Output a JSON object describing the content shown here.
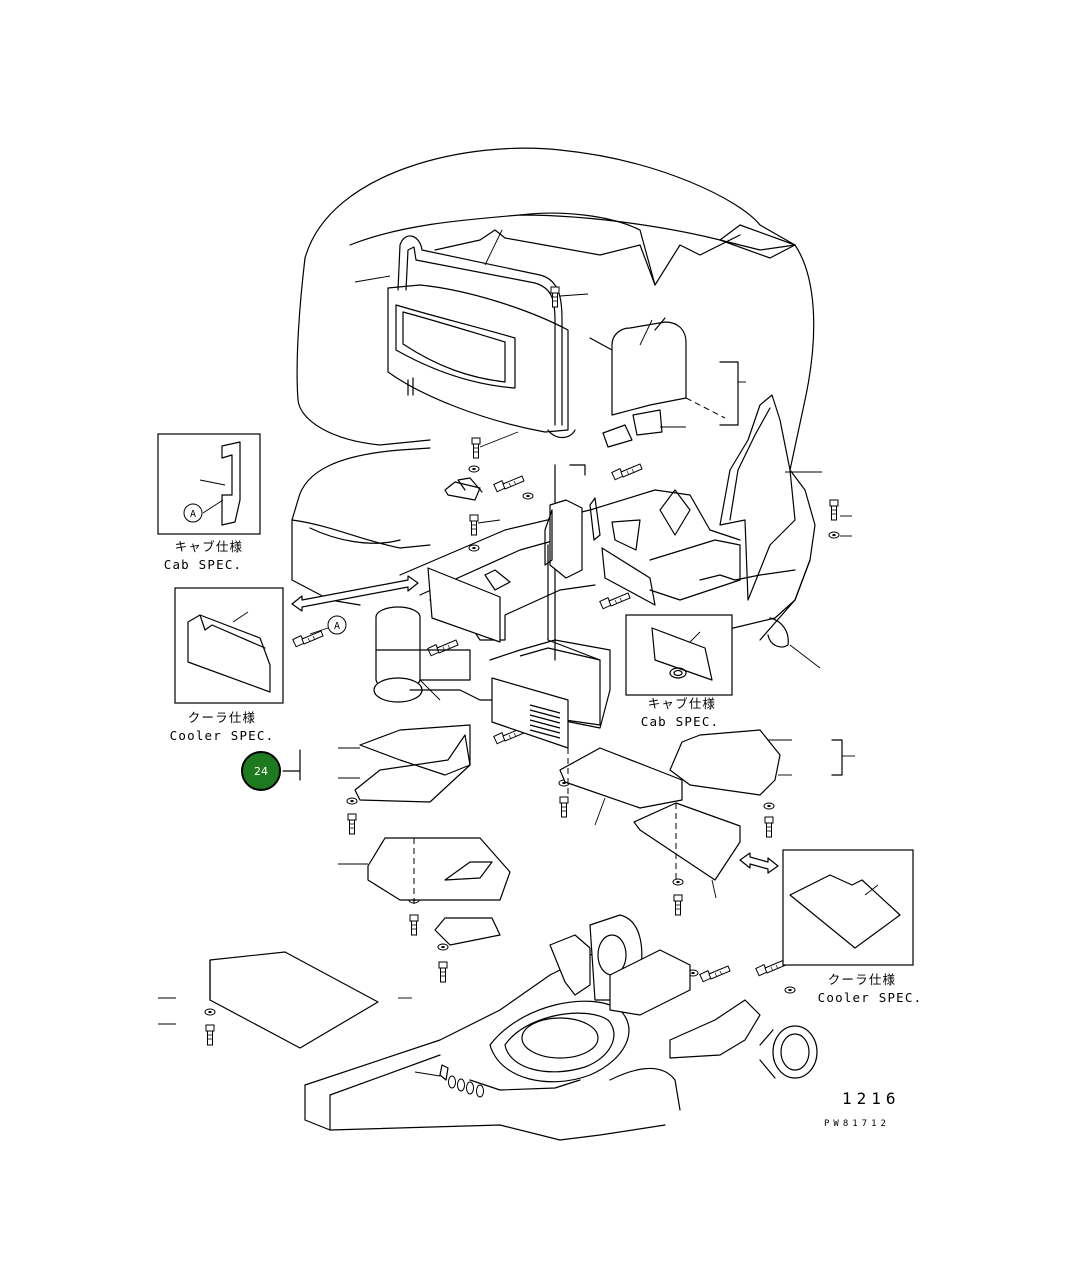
{
  "callout": {
    "number": "24",
    "color": "#1e7a1e",
    "stroke": "#000000"
  },
  "marker_a": "A",
  "insets": {
    "cab_left": {
      "jp": "キャブ仕様",
      "en": "Cab SPEC."
    },
    "cooler_left": {
      "jp": "クーラ仕様",
      "en": "Cooler SPEC."
    },
    "cab_center": {
      "jp": "キャブ仕様",
      "en": "Cab SPEC."
    },
    "cooler_right": {
      "jp": "クーラ仕様",
      "en": "Cooler SPEC."
    }
  },
  "page_number": "1216",
  "drawing_code": "PW81712"
}
